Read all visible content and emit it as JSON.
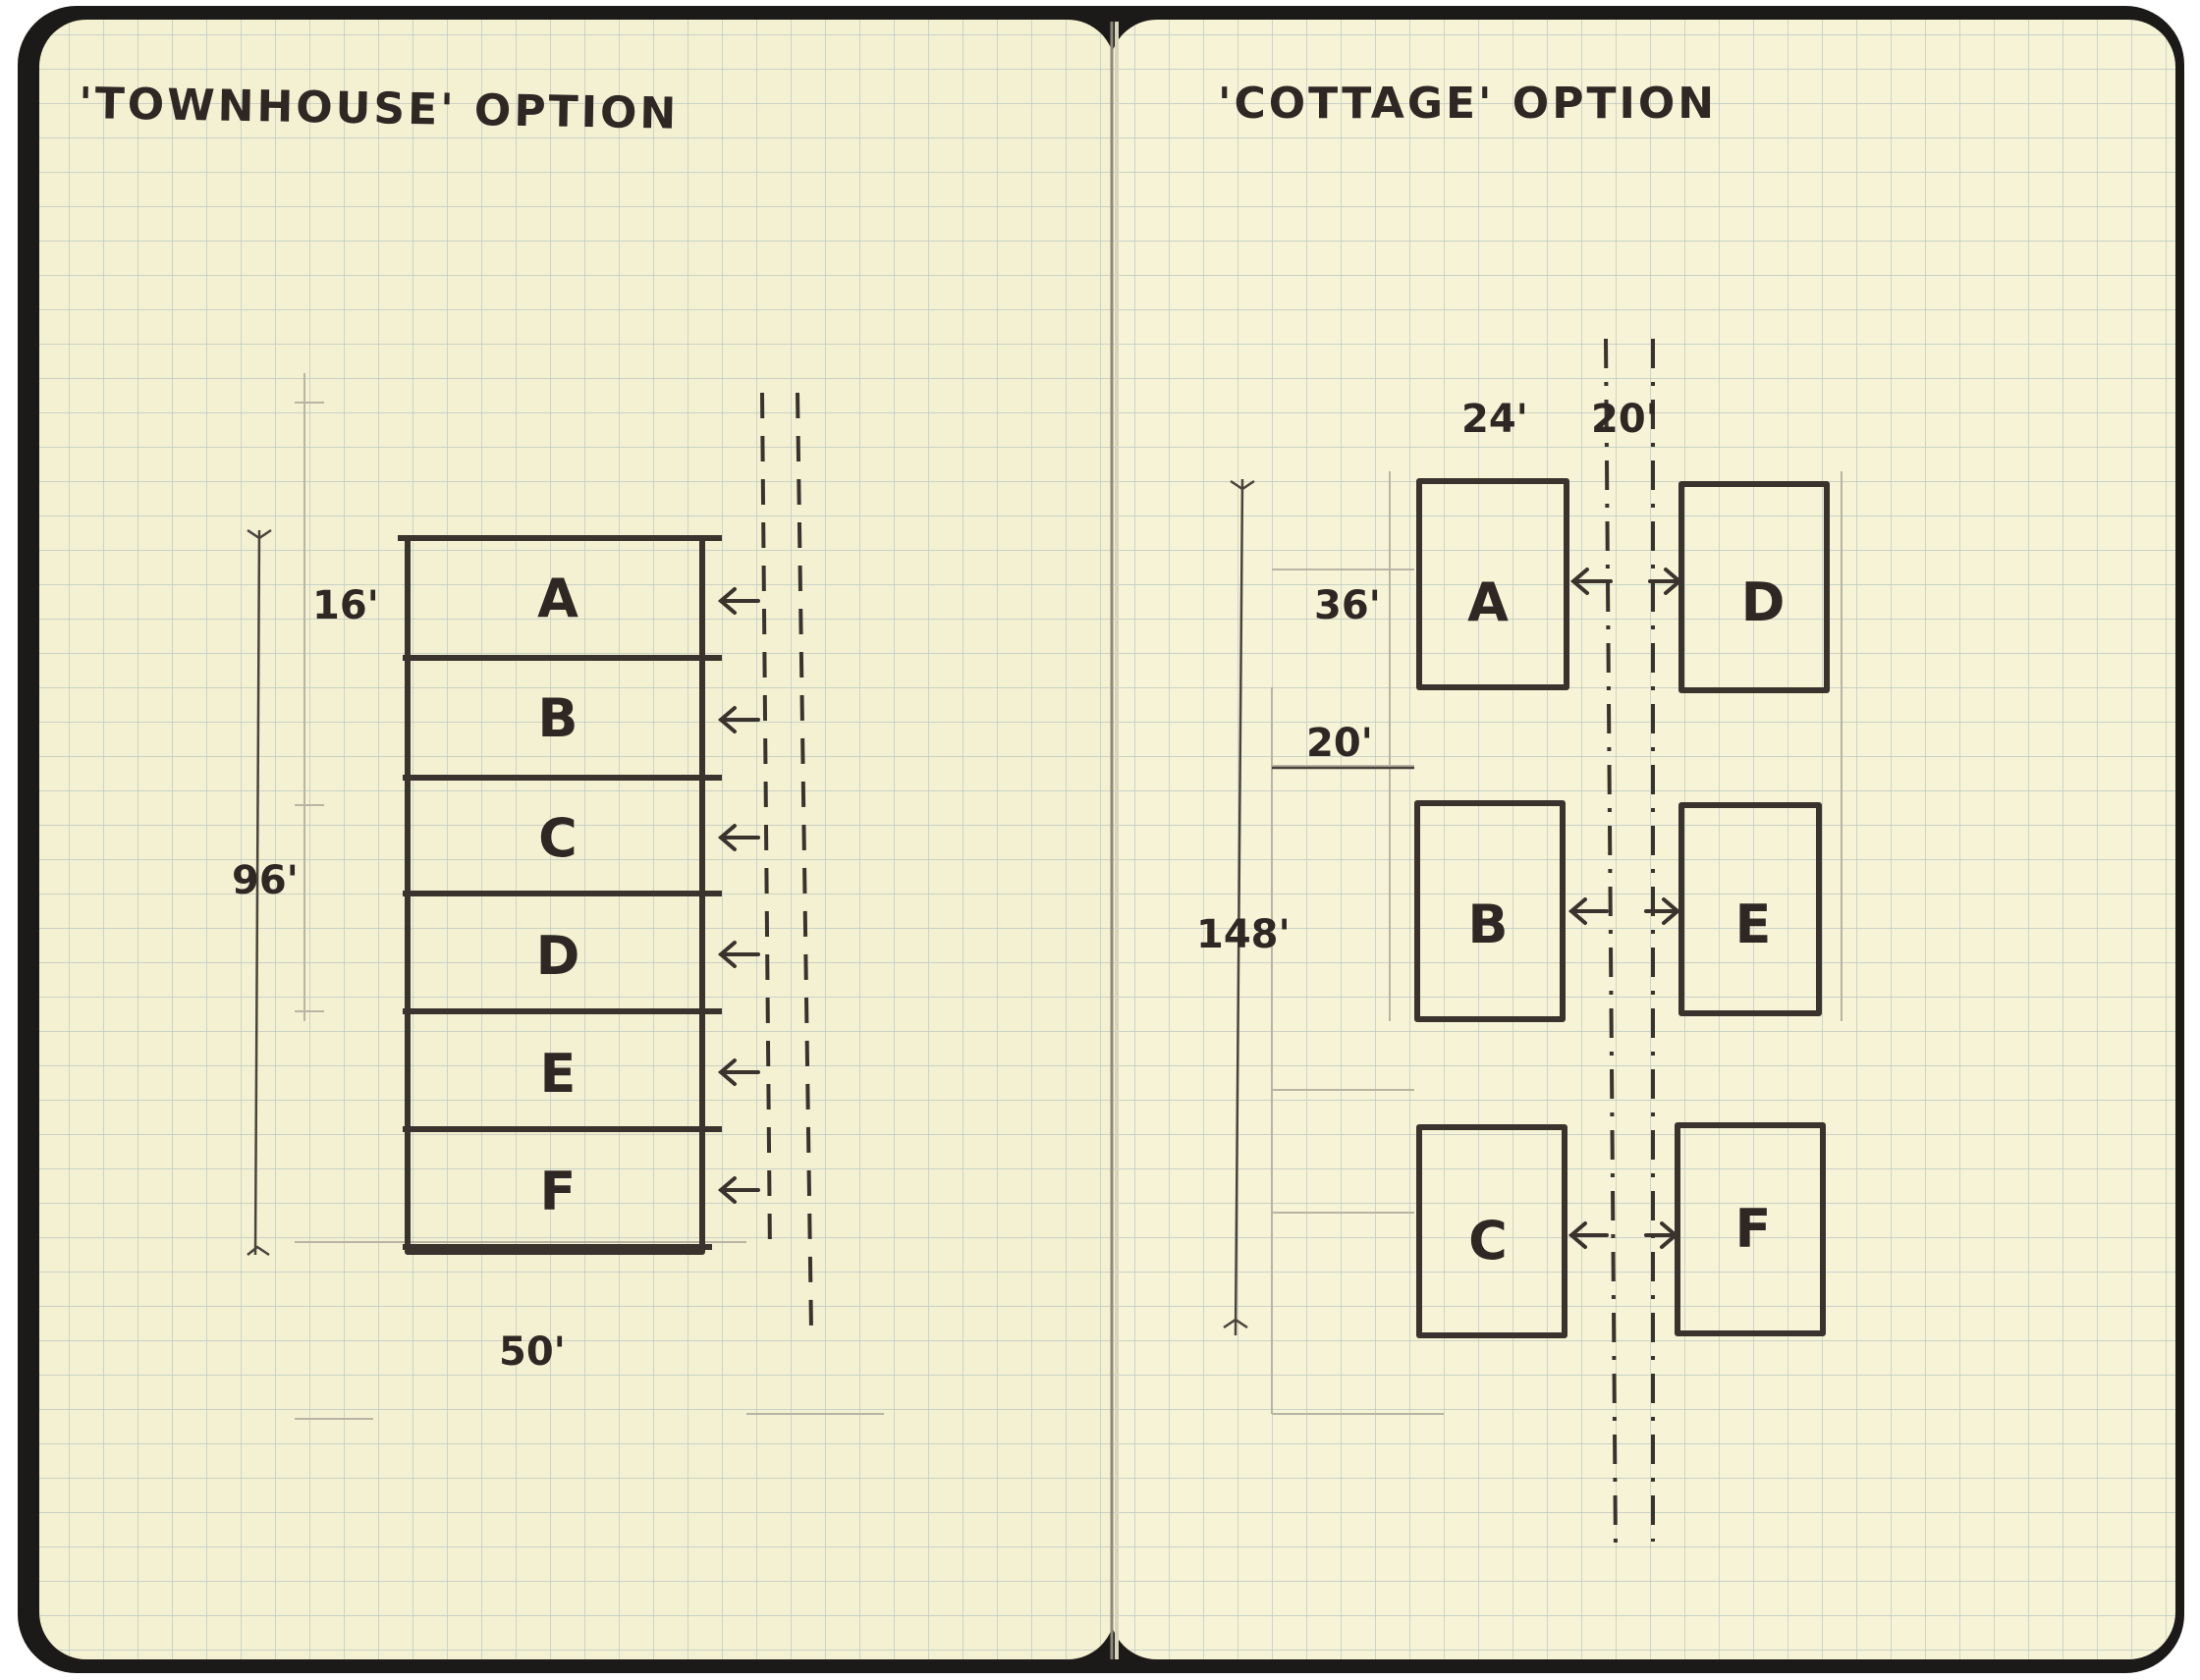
{
  "left_page": {
    "title": "'TOWNHOUSE' OPTION",
    "units": [
      "A",
      "B",
      "C",
      "D",
      "E",
      "F"
    ],
    "unit_depth_label": "16'",
    "total_length_label": "96'",
    "width_label": "50'"
  },
  "right_page": {
    "title": "'COTTAGE' OPTION",
    "left_column_units": [
      "A",
      "B",
      "C"
    ],
    "right_column_units": [
      "D",
      "E",
      "F"
    ],
    "unit_width_label": "24'",
    "path_width_label": "20'",
    "unit_depth_label": "36'",
    "spacing_label": "20'",
    "total_length_label": "148'"
  },
  "colors": {
    "paper": "#f6f3d6",
    "grid": "#bcc8c0",
    "ink": "#2e2724",
    "cover": "#1c1a18"
  }
}
